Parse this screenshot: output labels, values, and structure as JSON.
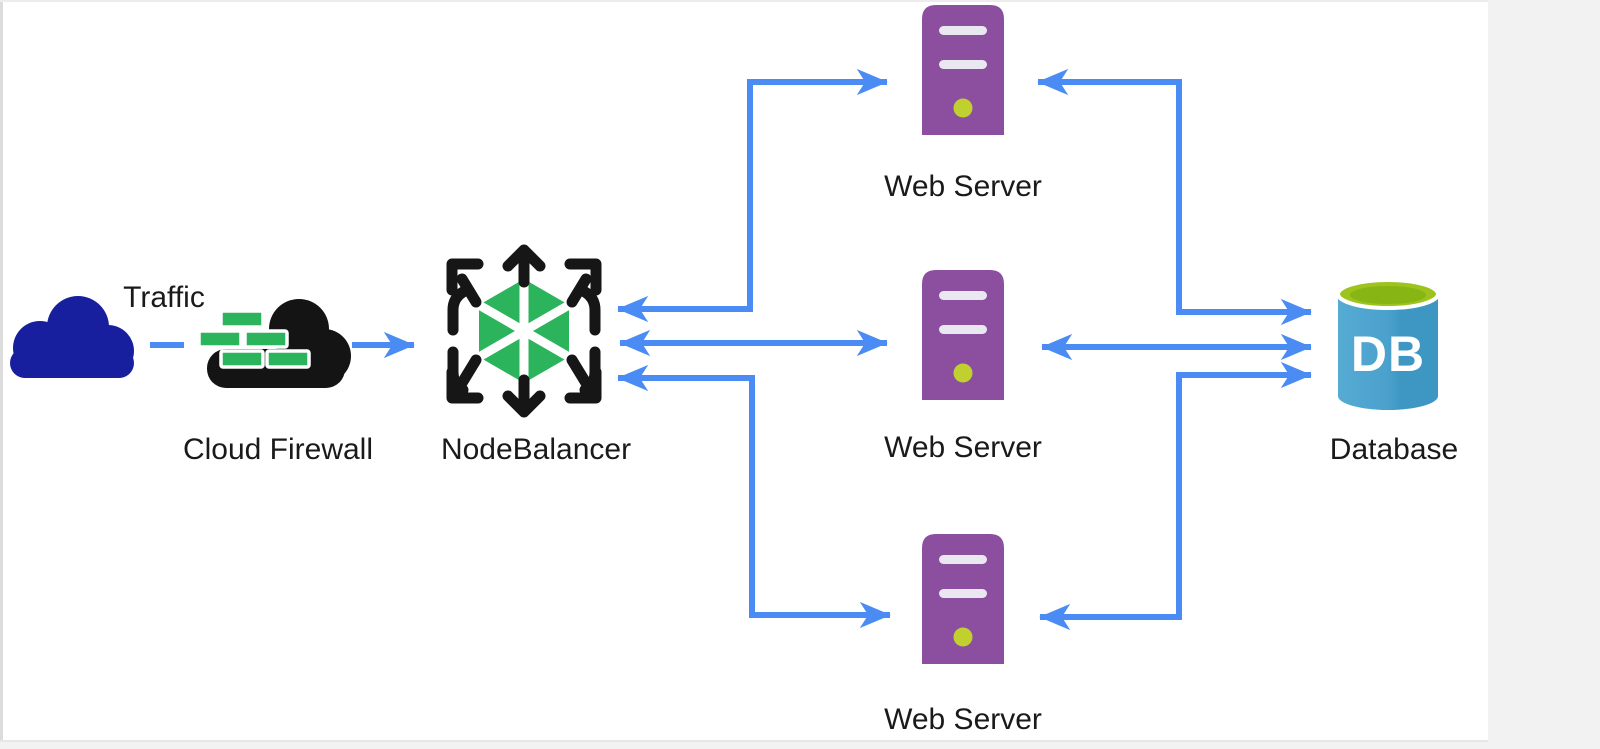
{
  "page": {
    "background": "#f2f2f2",
    "canvas_background": "#ffffff"
  },
  "nodes": {
    "traffic": {
      "label": "Traffic",
      "icon": "cloud-icon"
    },
    "cloud_firewall": {
      "label": "Cloud Firewall",
      "icon": "firewall-brick-cloud-icon"
    },
    "nodebalancer": {
      "label": "NodeBalancer",
      "icon": "hexagon-arrows-icon"
    },
    "web_servers": [
      {
        "label": "Web Server",
        "icon": "server-tower-icon"
      },
      {
        "label": "Web Server",
        "icon": "server-tower-icon"
      },
      {
        "label": "Web Server",
        "icon": "server-tower-icon"
      }
    ],
    "database": {
      "label": "Database",
      "badge": "DB",
      "icon": "database-cylinder-icon"
    }
  },
  "connections": [
    {
      "from": "Traffic",
      "to": "Cloud Firewall",
      "style": "dash"
    },
    {
      "from": "Cloud Firewall",
      "to": "NodeBalancer",
      "style": "arrow"
    },
    {
      "from": "NodeBalancer",
      "to": "Web Server 1",
      "style": "double-arrow-elbow"
    },
    {
      "from": "NodeBalancer",
      "to": "Web Server 2",
      "style": "double-arrow-straight"
    },
    {
      "from": "NodeBalancer",
      "to": "Web Server 3",
      "style": "double-arrow-elbow"
    },
    {
      "from": "Web Server 1",
      "to": "Database",
      "style": "double-arrow-elbow"
    },
    {
      "from": "Web Server 2",
      "to": "Database",
      "style": "double-arrow-straight"
    },
    {
      "from": "Web Server 3",
      "to": "Database",
      "style": "double-arrow-elbow"
    }
  ],
  "colors": {
    "connector_blue": "#4a8cf4",
    "traffic_cloud_navy": "#181f9e",
    "firewall_black": "#141414",
    "brick_green": "#2bb45b",
    "hexagon_green": "#2cb45c",
    "balancer_arrow_black": "#161616",
    "server_purple": "#8c4e9e",
    "server_slot_gray": "#e9e7f0",
    "server_led_lime": "#c0d02e",
    "db_top_lime": "#9cc41d",
    "db_top_inner_lime": "#87b513",
    "db_body_light": "#56abd3",
    "db_body_mid": "#4aa1cc",
    "db_body_dark": "#3e97c3",
    "label_text": "#1a1a1a",
    "border_gray": "#dcdcdc"
  }
}
